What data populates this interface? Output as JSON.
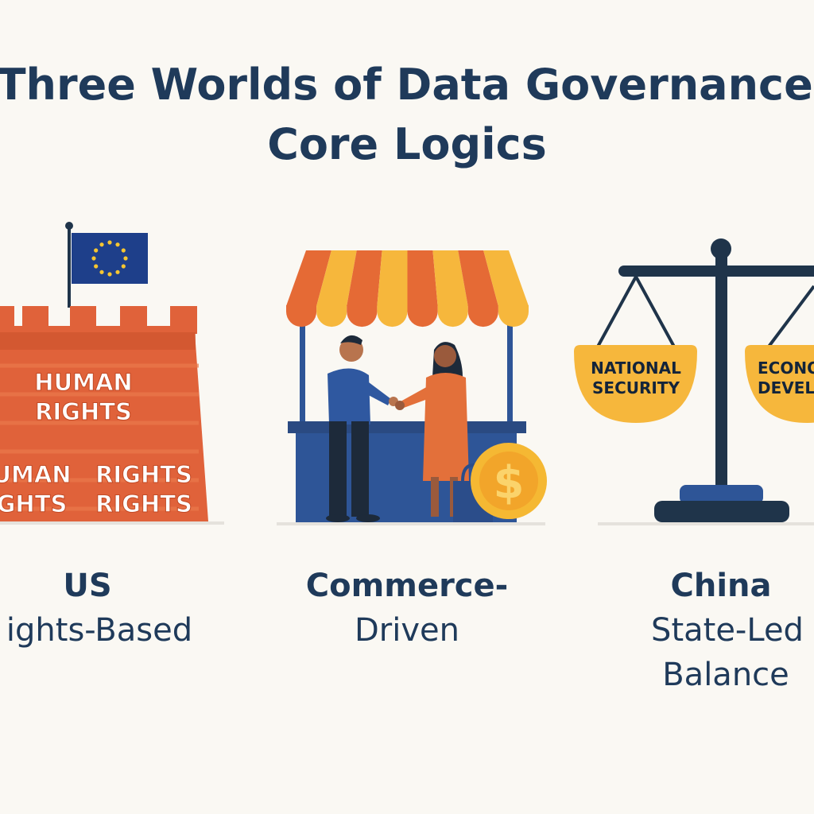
{
  "title": {
    "line1": "Three Worlds of Data Governance:",
    "line2": "Core Logics"
  },
  "colors": {
    "navy": "#1f3a5a",
    "orange": "#e0623a",
    "yellow": "#f6b73c",
    "blue": "#2e5597",
    "background": "#faf8f3"
  },
  "panels": [
    {
      "illustration": "castle-wall-with-eu-flag",
      "wall_text": {
        "top_line1": "HUMAN",
        "top_line2": "RIGHTS",
        "left_line1": "UMAN",
        "left_line2": "GHTS",
        "right_line1": "RIGHTS",
        "right_line2": "RIGHTS"
      },
      "label_line1": "US",
      "label_line2": "ights-Based"
    },
    {
      "illustration": "market-stall-with-traders-and-coin",
      "coin_symbol": "$",
      "label_line1": "Commerce-",
      "label_line2": "Driven"
    },
    {
      "illustration": "balance-scale",
      "left_pan_line1": "NATIONAL",
      "left_pan_line2": "SECURITY",
      "right_pan_line1": "ECONO",
      "right_pan_line2": "DEVELDO",
      "label_line1": "China",
      "label_line2": "State-Led",
      "label_line3": "Balance"
    }
  ]
}
